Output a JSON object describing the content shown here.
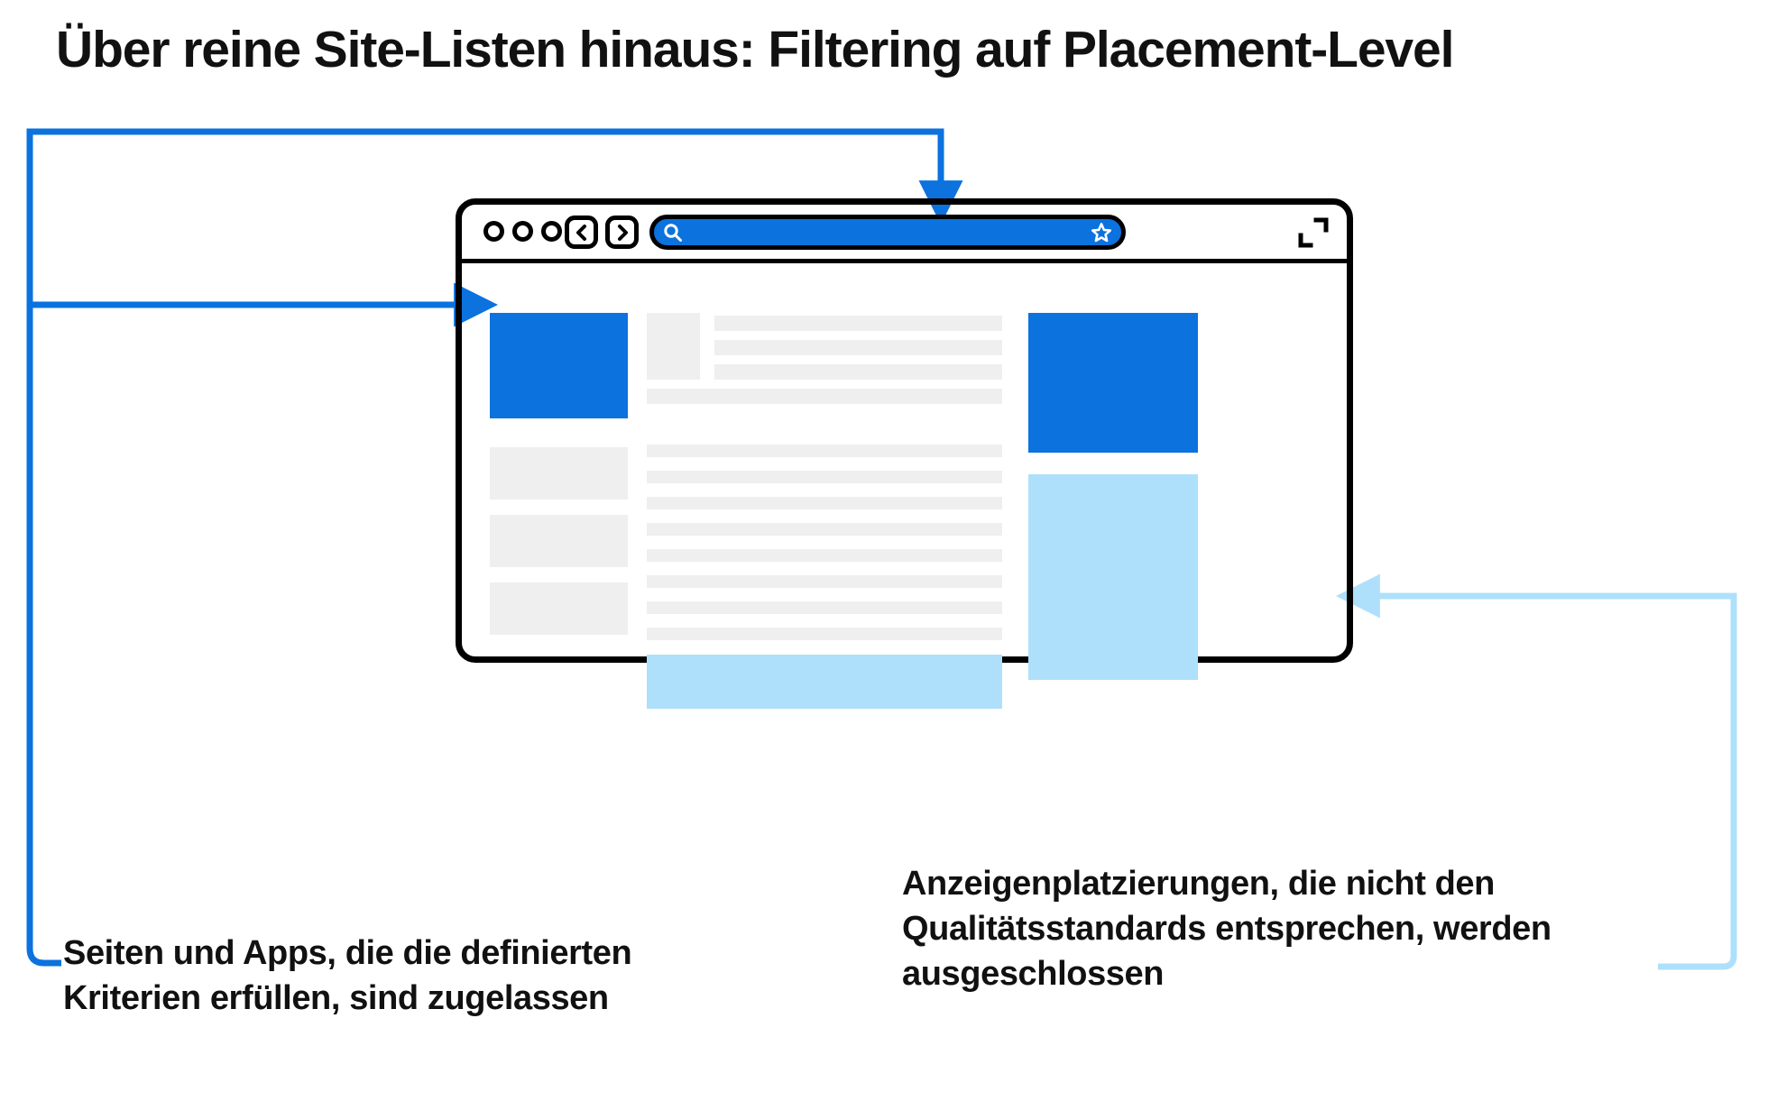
{
  "title": "Über reine Site-Listen hinaus: Filtering auf Placement-Level",
  "colors": {
    "accent_blue": "#0B72DE",
    "light_blue": "#AEE0FB",
    "gray_block": "#EFEFEF",
    "outline_black": "#000000",
    "text": "#111111",
    "background": "#FFFFFF"
  },
  "browser": {
    "traffic_lights": [
      "window-dot-1",
      "window-dot-2",
      "window-dot-3"
    ],
    "nav": {
      "back_label": "back-chevron-icon",
      "forward_label": "forward-chevron-icon"
    },
    "address_bar": {
      "value": "",
      "placeholder": "",
      "search_icon": "search-icon",
      "bookmark_icon": "star-icon"
    },
    "expand_icon": "expand-fullscreen-icon",
    "content": {
      "left_column": [
        {
          "name": "ad-slot-primary",
          "color_key": "accent_blue"
        },
        {
          "name": "content-card-1",
          "color_key": "gray_block"
        },
        {
          "name": "content-card-2",
          "color_key": "gray_block"
        },
        {
          "name": "content-card-3",
          "color_key": "gray_block"
        }
      ],
      "center_column": {
        "thumbnail": {
          "name": "article-thumbnail",
          "color_key": "gray_block"
        },
        "text_lines": 12,
        "inline_ad": {
          "name": "inline-ad-slot",
          "color_key": "light_blue"
        }
      },
      "right_column": [
        {
          "name": "sidebar-ad-approved",
          "color_key": "accent_blue"
        },
        {
          "name": "sidebar-ad-excluded",
          "color_key": "light_blue"
        }
      ]
    }
  },
  "annotations": {
    "left": {
      "text": "Seiten und Apps, die die definierten Kriterien erfüllen, sind zugelassen",
      "connector_color": "#0B72DE",
      "arrow_direction": "right"
    },
    "right": {
      "text": "Anzeigenplatzierungen, die nicht den Qualitätsstandards entsprechen, werden ausgeschlossen",
      "connector_color": "#AEE0FB",
      "arrow_direction": "left"
    },
    "top": {
      "connector_color": "#0B72DE",
      "arrow_direction": "down",
      "target": "browser-window-top"
    }
  }
}
